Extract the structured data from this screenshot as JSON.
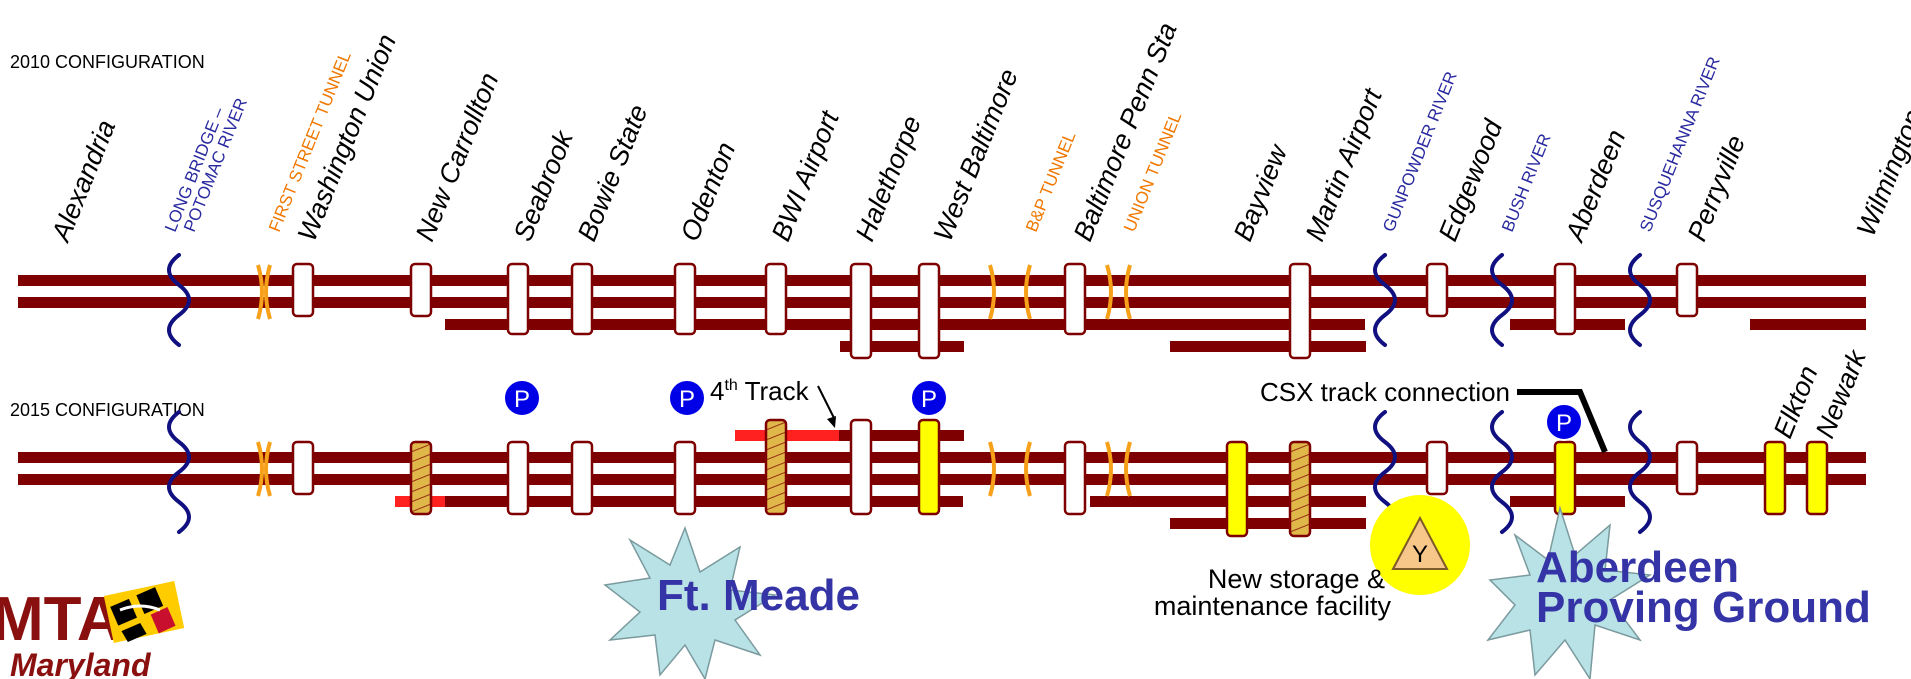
{
  "diagram": {
    "config_2010_label": "2010 CONFIGURATION",
    "config_2015_label": "2015 CONFIGURATION",
    "stations": {
      "alexandria": "Alexandria",
      "washington_union": "Washington Union",
      "new_carrollton": "New Carrollton",
      "seabrook": "Seabrook",
      "bowie_state": "Bowie State",
      "odenton": "Odenton",
      "bwi_airport": "BWI Airport",
      "halethorpe": "Halethorpe",
      "west_baltimore": "West Baltimore",
      "baltimore_penn": "Baltimore Penn Sta",
      "bayview": "Bayview",
      "martin_airport": "Martin Airport",
      "edgewood": "Edgewood",
      "aberdeen": "Aberdeen",
      "perryville": "Perryville",
      "wilmington": "Wilmington",
      "elkton": "Elkton",
      "newark": "Newark"
    },
    "water_crossings": {
      "long_bridge_1": "LONG BRIDGE –",
      "long_bridge_2": "POTOMAC RIVER",
      "gunpowder": "GUNPOWDER RIVER",
      "bush": "BUSH RIVER",
      "susquehanna": "SUSQUEHANNA RIVER"
    },
    "tunnels": {
      "first_street": "FIRST STREET TUNNEL",
      "bp": "B&P TUNNEL",
      "union": "UNION TUNNEL"
    },
    "parking_symbol": "P",
    "fourth_track_main": "4",
    "fourth_track_sup": "th",
    "fourth_track_rest": " Track",
    "csx_connection": "CSX track connection",
    "facility_symbol": "Y",
    "storage_line1": "New storage &",
    "storage_line2": "maintenance facility",
    "callouts": {
      "ft_meade": "Ft. Meade",
      "aberdeen_pg_1": "Aberdeen",
      "aberdeen_pg_2": "Proving Ground"
    },
    "logo": {
      "text": "MTA",
      "subtext": "Maryland"
    },
    "colors": {
      "track": "#7f0000",
      "new_track": "#ff2020",
      "tunnel": "#f7a11a",
      "water": "#101080",
      "upgrade_platform": "#ffff00",
      "parking": "#0000e6",
      "burst": "#b8e2e6",
      "facility_circle": "#ffff00",
      "facility_triangle": "#f7c78a"
    }
  }
}
